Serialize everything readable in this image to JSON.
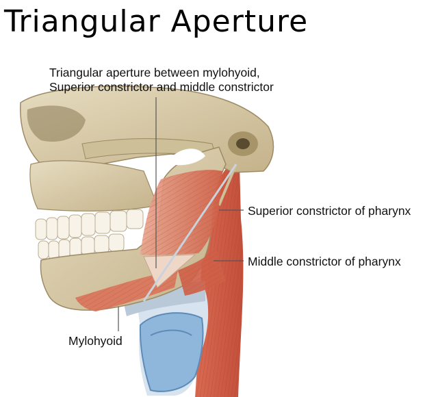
{
  "title": "Triangular Aperture",
  "labels": {
    "aperture_line1": "Triangular aperture between mylohyoid,",
    "aperture_line2": "Superior constrictor and middle constrictor",
    "superior_constrictor": "Superior constrictor of pharynx",
    "middle_constrictor": "Middle constrictor of pharynx",
    "mylohyoid": "Mylohyoid"
  },
  "colors": {
    "bone": "#d8cba6",
    "muscle": "#d9735a",
    "cartilage": "#8fb6db",
    "leader_line": "#555555"
  }
}
